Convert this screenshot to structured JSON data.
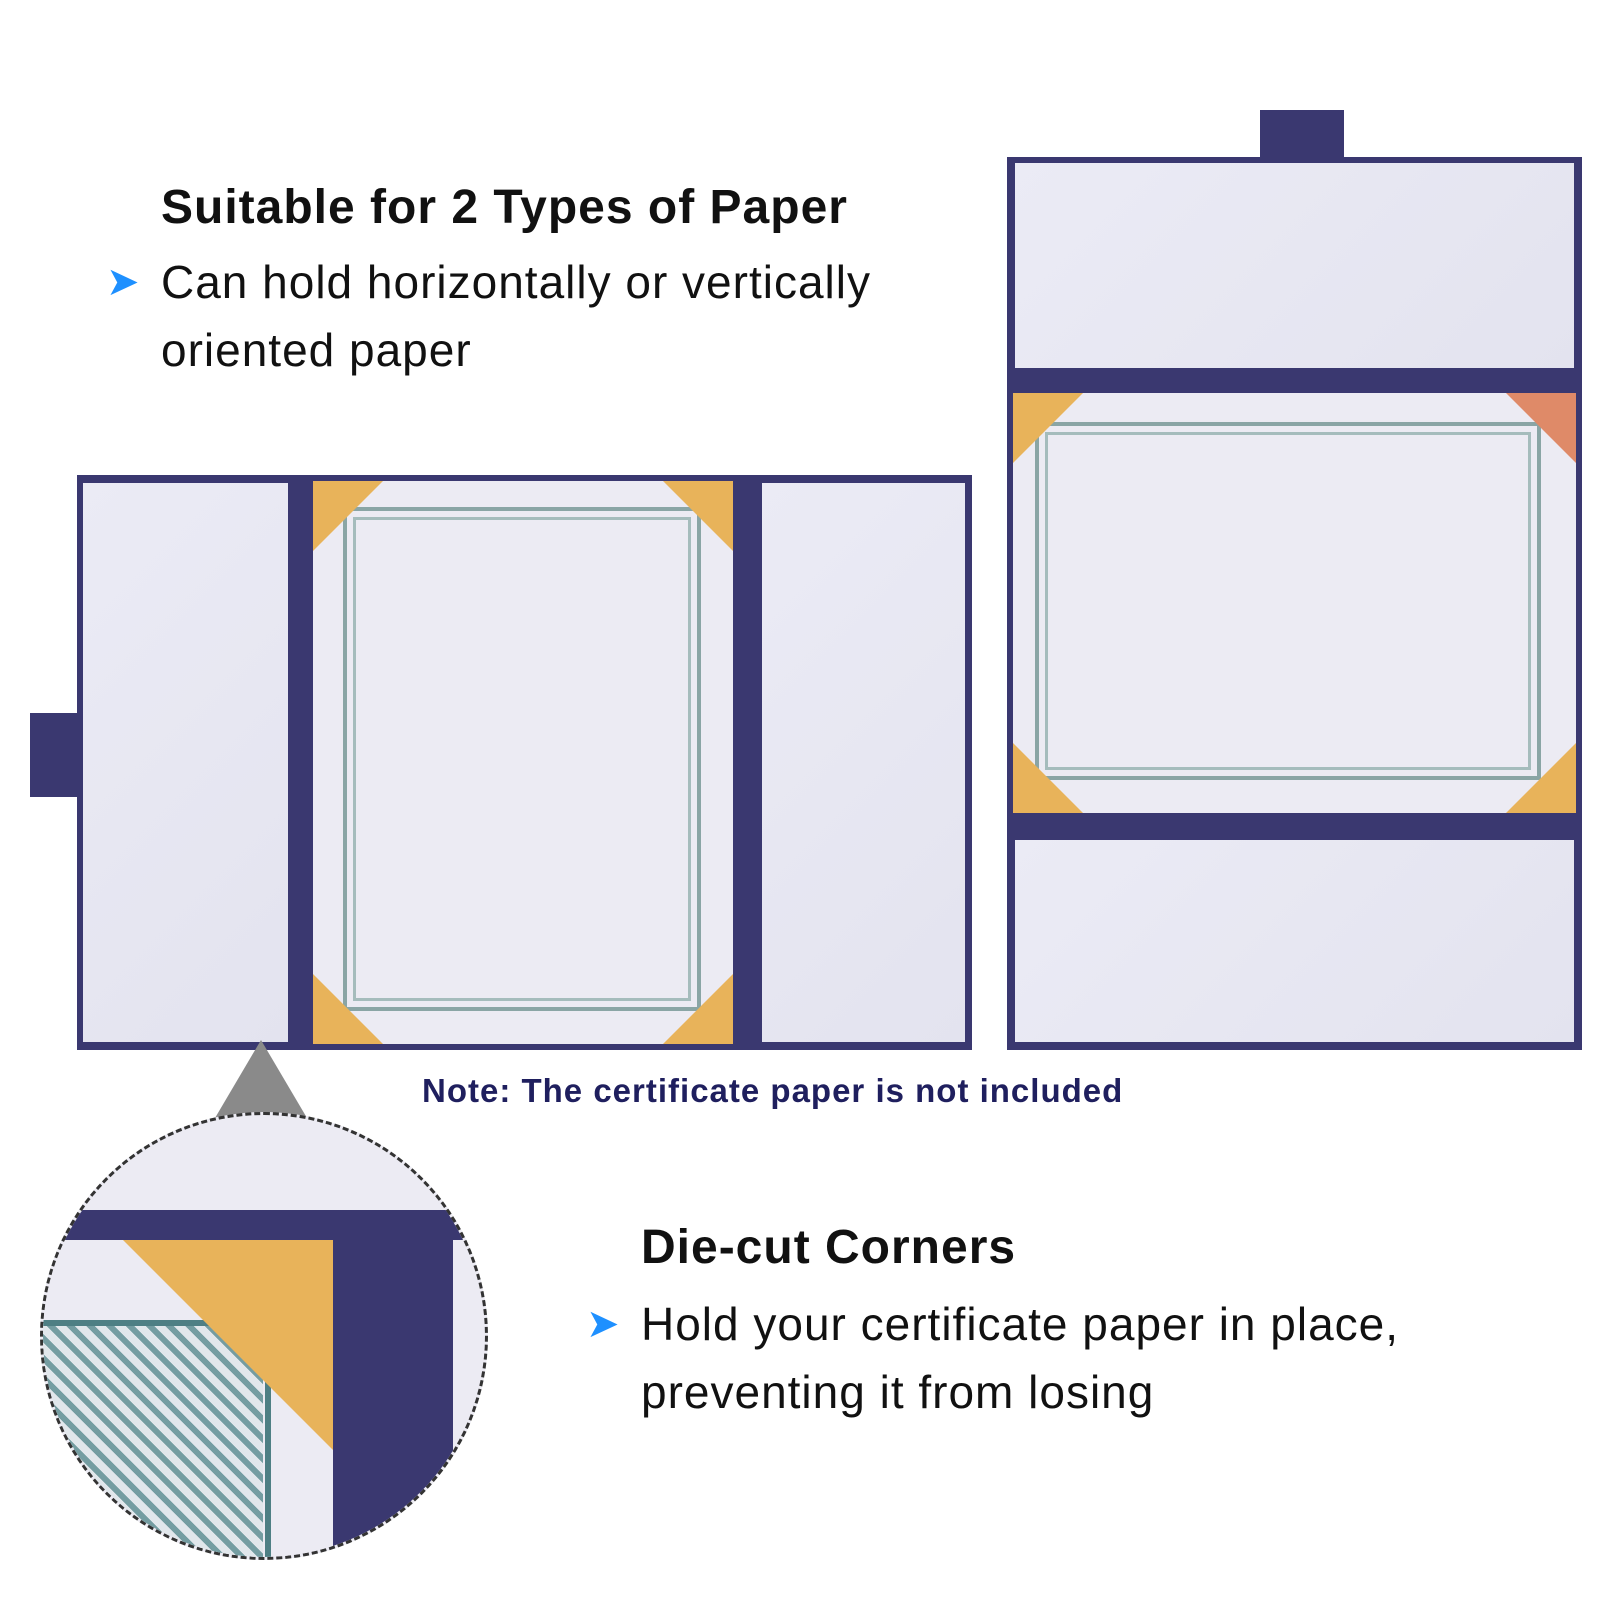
{
  "colors": {
    "accent_arrow": "#1e90ff",
    "folder_navy": "#3a3870",
    "gold_corner": "#e8b35a",
    "note_text": "#1f1f5e",
    "pointer_gray": "#8a8a8a"
  },
  "section_paper_types": {
    "title": "Suitable for 2 Types of Paper",
    "bullet_icon": "triangle-arrow-icon",
    "line1": "Can hold horizontally or vertically",
    "line2": "oriented paper"
  },
  "note": {
    "text": "Note: The certificate paper is not included"
  },
  "section_corners": {
    "title": "Die-cut Corners",
    "bullet_icon": "triangle-arrow-icon",
    "line1": "Hold your certificate paper in place,",
    "line2": "preventing it from losing"
  }
}
